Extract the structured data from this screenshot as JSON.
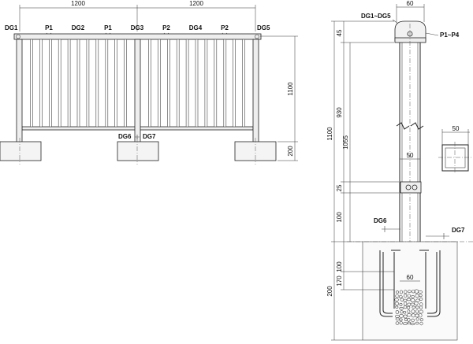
{
  "front_view": {
    "dim_left": "1200",
    "dim_right": "1200",
    "dim_height": "1100",
    "dim_footing": "200",
    "labels": {
      "dg1": "DG1",
      "p1a": "P1",
      "dg2": "DG2",
      "p1b": "P1",
      "dg3": "DG3",
      "p2a": "P2",
      "dg4": "DG4",
      "p2b": "P2",
      "dg5": "DG5",
      "dg6": "DG6",
      "dg7": "DG7"
    }
  },
  "side_view": {
    "dim_top_width": "60",
    "label_cap": "DG1~DG5",
    "label_rail": "P1~P4",
    "dim_45": "45",
    "dim_930": "930",
    "dim_1055": "1055",
    "dim_1100": "1100",
    "dim_25": "25",
    "dim_100_upper": "100",
    "dim_100_lower": "100",
    "dim_170": "170",
    "dim_200": "200",
    "dim_60_bottom": "60",
    "dim_50_bracket": "50",
    "label_dg6": "DG6",
    "label_dg7": "DG7"
  },
  "section_view": {
    "dim_50": "50"
  }
}
